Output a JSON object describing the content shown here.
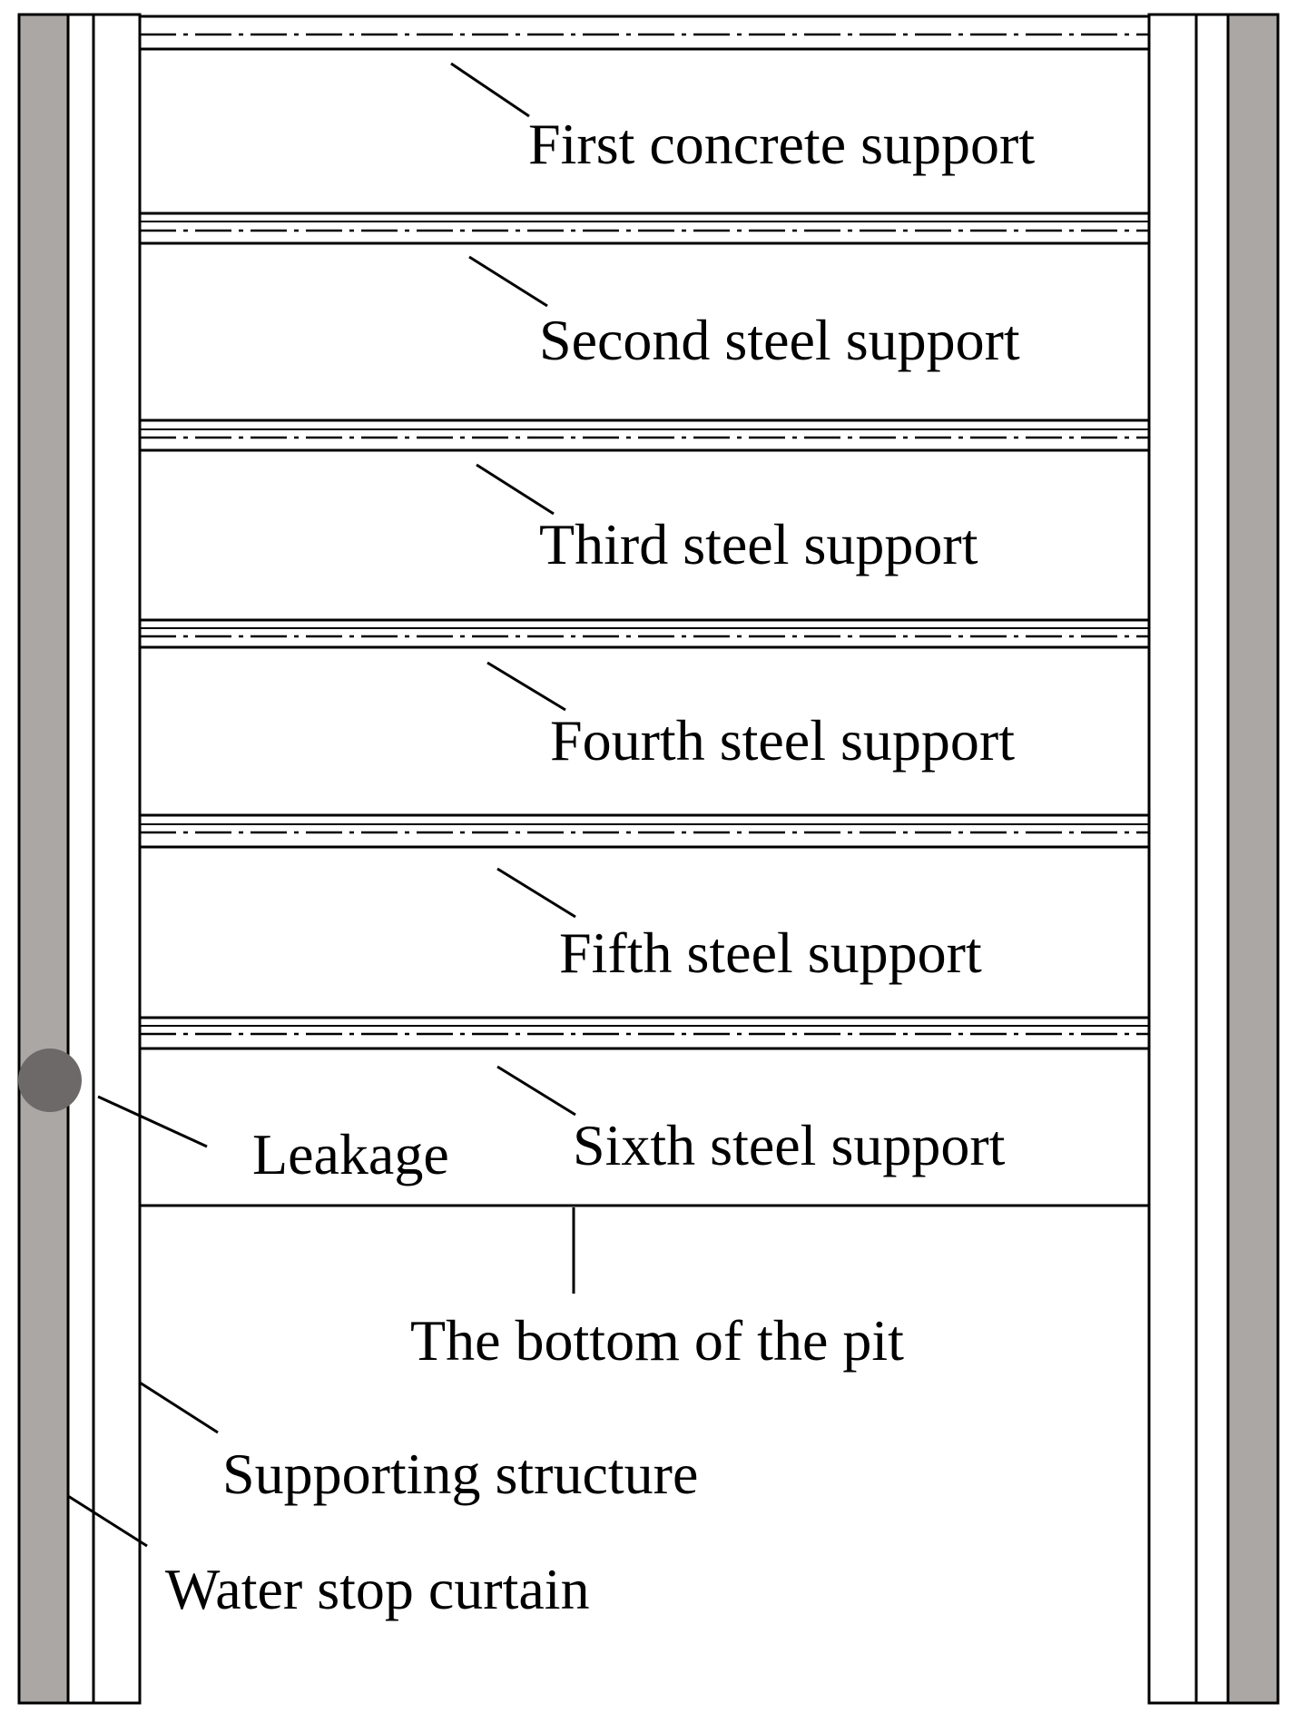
{
  "colors": {
    "curtain_fill": "#aba7a5",
    "leakage_fill": "#6d6968",
    "line": "#000000",
    "background": "#ffffff"
  },
  "labels": {
    "first_support": "First concrete support",
    "second_support": "Second steel support",
    "third_support": "Third steel support",
    "fourth_support": "Fourth steel support",
    "fifth_support": "Fifth steel support",
    "sixth_support": "Sixth steel support",
    "leakage": "Leakage",
    "pit_bottom": "The bottom of the pit",
    "supporting_structure": "Supporting structure",
    "water_stop_curtain": "Water stop curtain"
  }
}
